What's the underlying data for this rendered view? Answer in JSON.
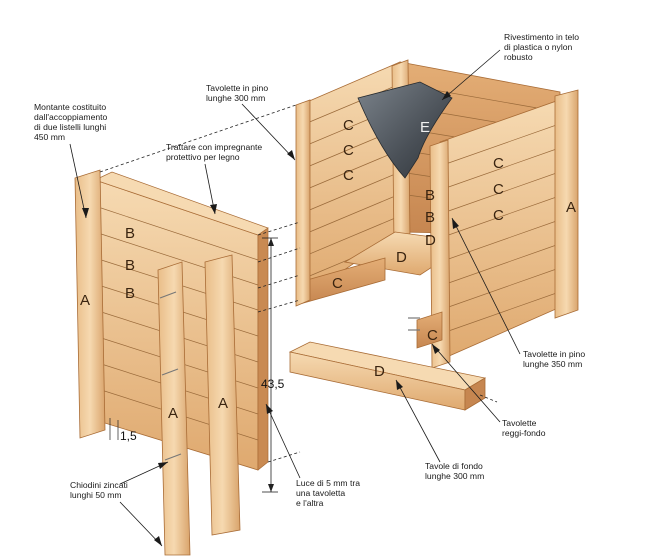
{
  "annotations": {
    "montante": [
      "Montante costituito",
      "dall'accoppiamento",
      "di due listelli lunghi",
      "450 mm"
    ],
    "tavolette_300": [
      "Tavolette in pino",
      "lunghe 300 mm"
    ],
    "trattare": [
      "Trattare con impregnante",
      "protettivo per legno"
    ],
    "rivestimento": [
      "Rivestimento in telo",
      "di plastica o nylon",
      "robusto"
    ],
    "tavolette_350": [
      "Tavolette in pino",
      "lunghe 350 mm"
    ],
    "reggi_fondo": [
      "Tavolette",
      "reggi-fondo"
    ],
    "tavole_fondo": [
      "Tavole di fondo",
      "lunghe 300 mm"
    ],
    "luce": [
      "Luce di 5 mm tra",
      "una tavoletta",
      "e l'altra"
    ],
    "chiodini": [
      "Chiodini zincati",
      "lunghi 50 mm"
    ]
  },
  "dimensions": {
    "height": "43,5",
    "gap": "1,5"
  },
  "part_letters": {
    "A": "A",
    "B": "B",
    "C": "C",
    "D": "D",
    "E": "E"
  },
  "colors": {
    "wood_light": "#f1cfa0",
    "wood_mid": "#e2b078",
    "wood_dark": "#c98a52",
    "wood_edge": "#a96c36",
    "liner": "#5b6168"
  }
}
